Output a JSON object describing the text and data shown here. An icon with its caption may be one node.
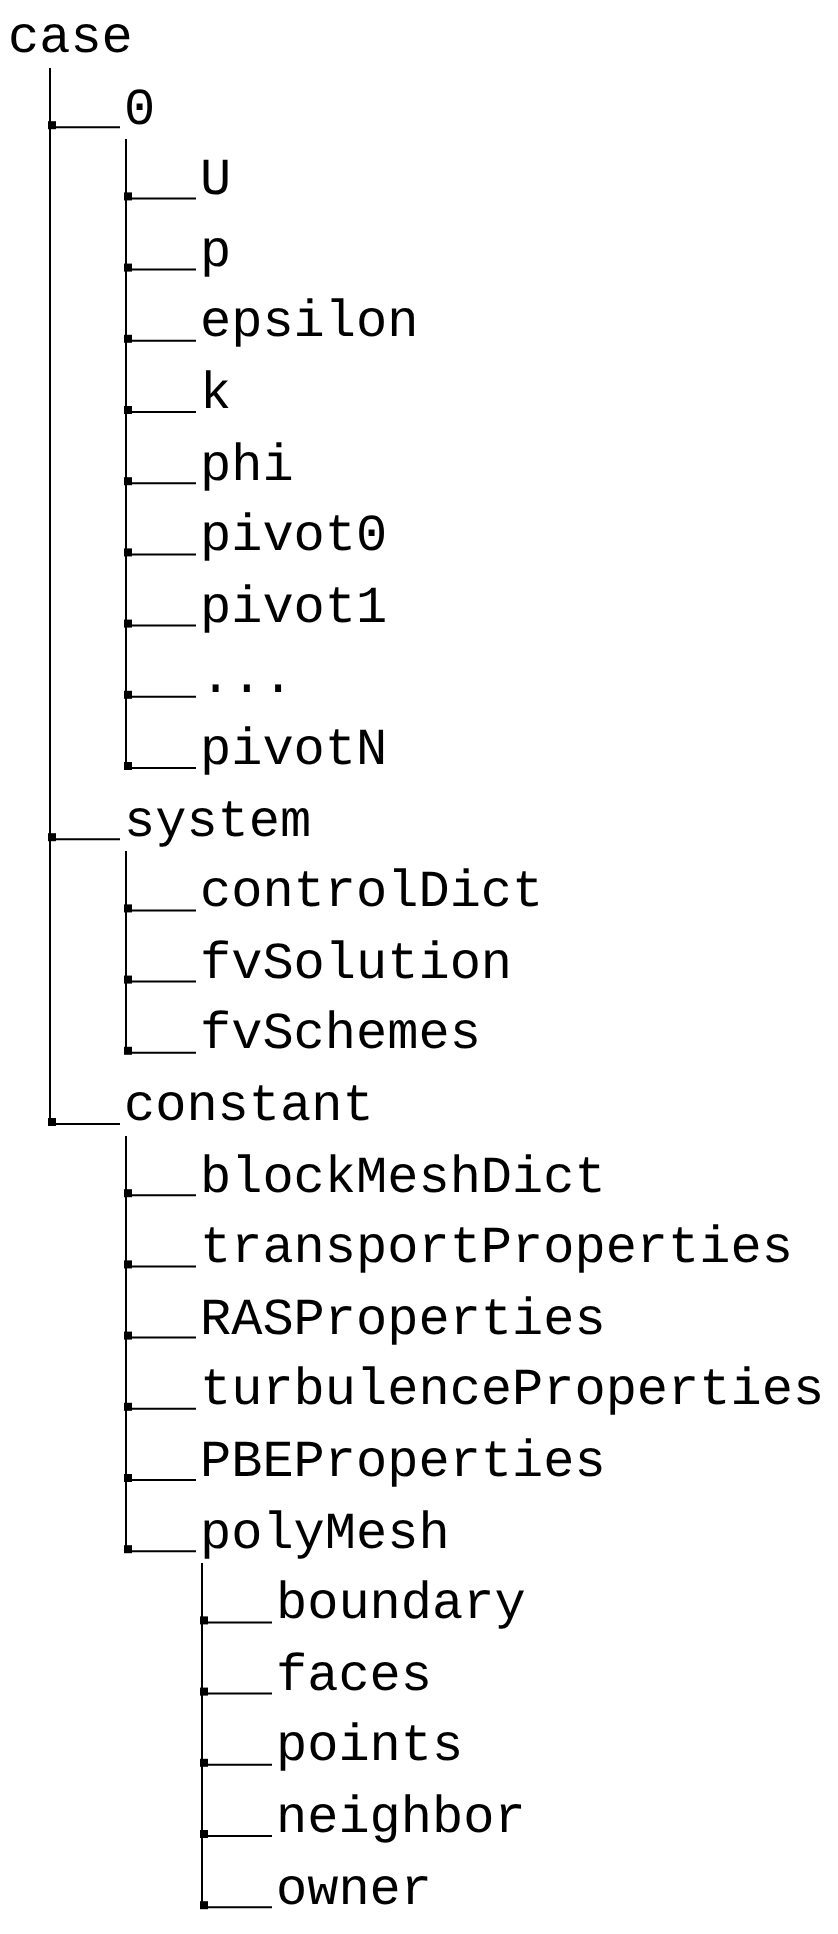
{
  "diagram": {
    "nodes": [
      {
        "text": [
          "case"
        ]
      },
      {
        "text": [
          "0"
        ]
      },
      {
        "text": [
          "U"
        ]
      },
      {
        "text": [
          "p"
        ]
      },
      {
        "text": [
          "epsilon"
        ]
      },
      {
        "text": [
          "k"
        ]
      },
      {
        "text": [
          "phi"
        ]
      },
      {
        "text": [
          "pivot0"
        ]
      },
      {
        "text": [
          "pivot1"
        ]
      },
      {
        "text": [
          "..."
        ]
      },
      {
        "text": [
          "pivotN"
        ]
      },
      {
        "text": [
          "system"
        ]
      },
      {
        "text": [
          "controlDict"
        ]
      },
      {
        "text": [
          "fvSolution"
        ]
      },
      {
        "text": [
          "fvSchemes"
        ]
      },
      {
        "text": [
          "constant"
        ]
      },
      {
        "text": [
          "blockMeshDict"
        ]
      },
      {
        "text": [
          "transportProperties"
        ]
      },
      {
        "text": [
          "RASProperties"
        ]
      },
      {
        "text": [
          "turbulenceProperties"
        ]
      },
      {
        "text": [
          "PBEProperties"
        ]
      },
      {
        "text": [
          "polyMesh"
        ]
      },
      {
        "text": [
          "boundary"
        ]
      },
      {
        "text": [
          "faces"
        ]
      },
      {
        "text": [
          "points"
        ]
      },
      {
        "text": [
          "neighbor"
        ]
      },
      {
        "text": [
          "owner"
        ]
      }
    ],
    "edges": [
      {
        "from": 0,
        "to": 1,
        "arrow": "none"
      },
      {
        "from": 1,
        "to": 2,
        "arrow": "none"
      },
      {
        "from": 1,
        "to": 3,
        "arrow": "none"
      },
      {
        "from": 1,
        "to": 4,
        "arrow": "none"
      },
      {
        "from": 1,
        "to": 5,
        "arrow": "none"
      },
      {
        "from": 1,
        "to": 6,
        "arrow": "none"
      },
      {
        "from": 1,
        "to": 7,
        "arrow": "none"
      },
      {
        "from": 1,
        "to": 8,
        "arrow": "none"
      },
      {
        "from": 1,
        "to": 9,
        "arrow": "none"
      },
      {
        "from": 1,
        "to": 10,
        "arrow": "none"
      },
      {
        "from": 0,
        "to": 11,
        "arrow": "none"
      },
      {
        "from": 11,
        "to": 12,
        "arrow": "none"
      },
      {
        "from": 11,
        "to": 13,
        "arrow": "none"
      },
      {
        "from": 11,
        "to": 14,
        "arrow": "none"
      },
      {
        "from": 0,
        "to": 15,
        "arrow": "none"
      },
      {
        "from": 15,
        "to": 16,
        "arrow": "none"
      },
      {
        "from": 15,
        "to": 17,
        "arrow": "none"
      },
      {
        "from": 15,
        "to": 18,
        "arrow": "none"
      },
      {
        "from": 15,
        "to": 19,
        "arrow": "none"
      },
      {
        "from": 15,
        "to": 20,
        "arrow": "none"
      },
      {
        "from": 15,
        "to": 21,
        "arrow": "none"
      },
      {
        "from": 21,
        "to": 22,
        "arrow": "none"
      },
      {
        "from": 21,
        "to": 23,
        "arrow": "none"
      },
      {
        "from": 21,
        "to": 24,
        "arrow": "none"
      },
      {
        "from": 21,
        "to": 25,
        "arrow": "none"
      },
      {
        "from": 21,
        "to": 26,
        "arrow": "none"
      }
    ]
  }
}
